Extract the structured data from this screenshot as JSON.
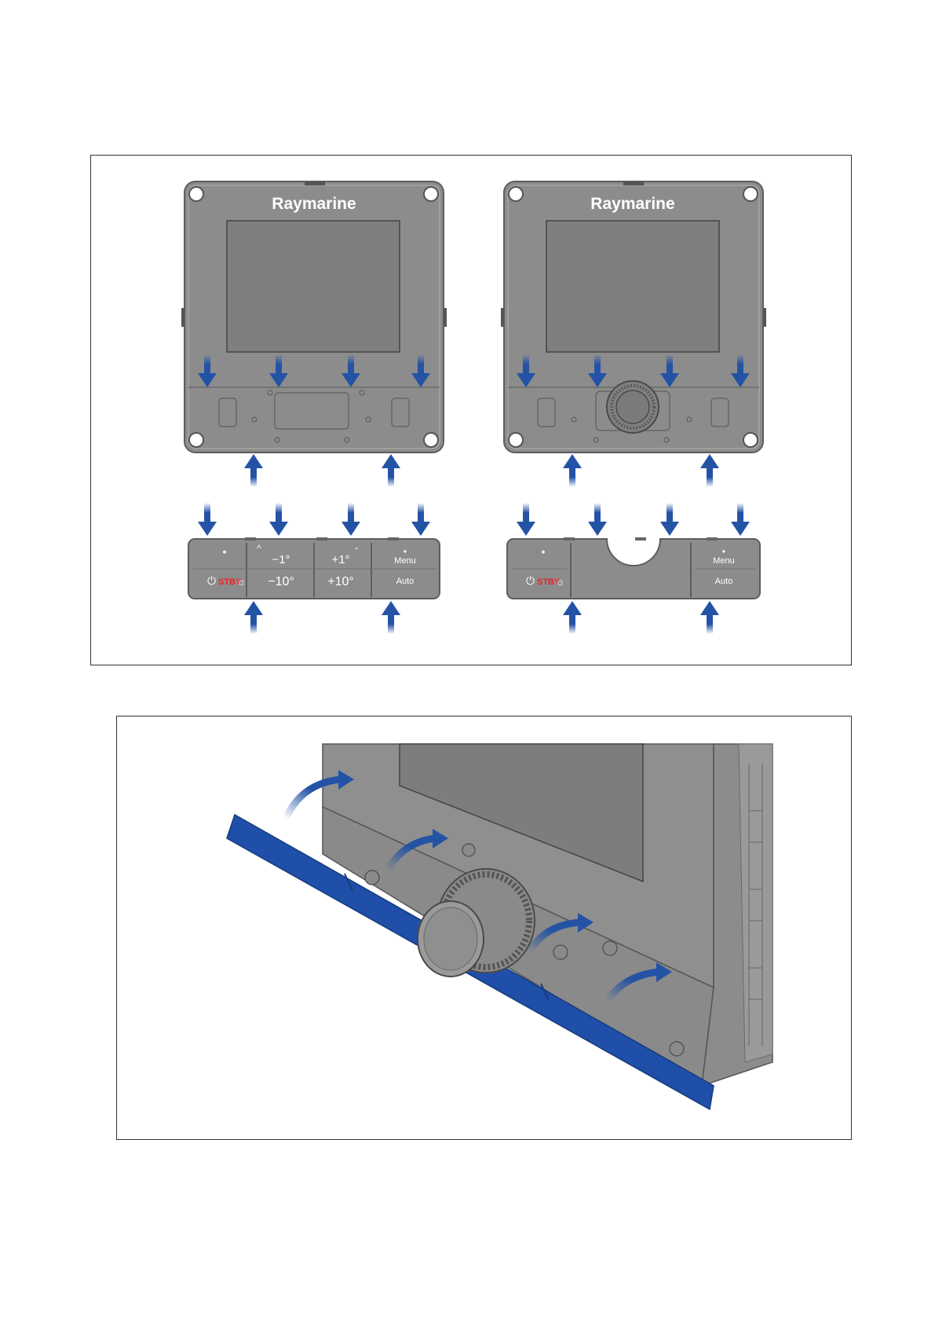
{
  "brand": {
    "logo_text": "Raymarine"
  },
  "colors": {
    "arrow_blue": "#2453a6",
    "device_grey": "#8c8c8c",
    "screen_grey": "#7f7f7f",
    "stby_red": "#e8232a",
    "bezel_blue": "#1f4fa8"
  },
  "keypad_buttons_plain": [
    {
      "top": "•",
      "bottom_prefix": "",
      "bottom": "STBY"
    },
    {
      "top": "−1°",
      "bottom": "−10°"
    },
    {
      "top": "+1°",
      "bottom": "+10°"
    },
    {
      "top": "Menu",
      "bottom": "Auto"
    }
  ],
  "keypad_buttons_rotary": [
    {
      "top": "•",
      "bottom": "STBY"
    },
    {
      "top": "Menu",
      "bottom": "Auto"
    }
  ],
  "icons": [
    "power-icon",
    "brightness-icon",
    "chevron-up-icon",
    "chevron-down-icon",
    "rotary-knob-icon",
    "arrow-down-icon",
    "arrow-up-icon",
    "curved-arrow-icon"
  ]
}
